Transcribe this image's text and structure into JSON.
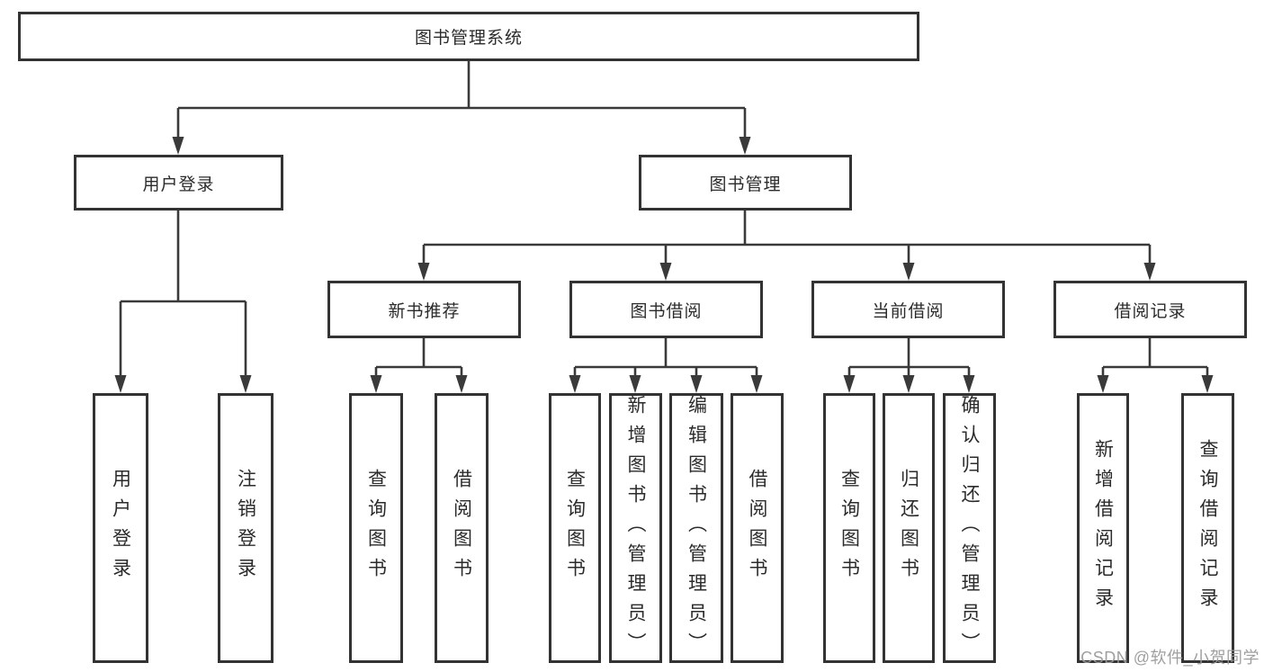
{
  "diagram": {
    "title": "图书管理系统",
    "level2": [
      {
        "label": "用户登录"
      },
      {
        "label": "图书管理"
      }
    ],
    "login_children": [
      "用户登录",
      "注销登录"
    ],
    "level3": [
      {
        "label": "新书推荐",
        "children": [
          "查询图书",
          "借阅图书"
        ]
      },
      {
        "label": "图书借阅",
        "children": [
          "查询图书",
          "新增图书（管理员）",
          "编辑图书（管理员）",
          "借阅图书"
        ]
      },
      {
        "label": "当前借阅",
        "children": [
          "查询图书",
          "归还图书",
          "确认归还（管理员）"
        ]
      },
      {
        "label": "借阅记录",
        "children": [
          "新增借阅记录",
          "查询借阅记录"
        ]
      }
    ]
  },
  "watermark": {
    "text": "CSDN @软件_小贺同学",
    "color": "#9a9a9a"
  },
  "colors": {
    "background": "#ffffff",
    "line": "#3a3a3a",
    "box_border": "#333333",
    "text": "#2b2b2b"
  }
}
